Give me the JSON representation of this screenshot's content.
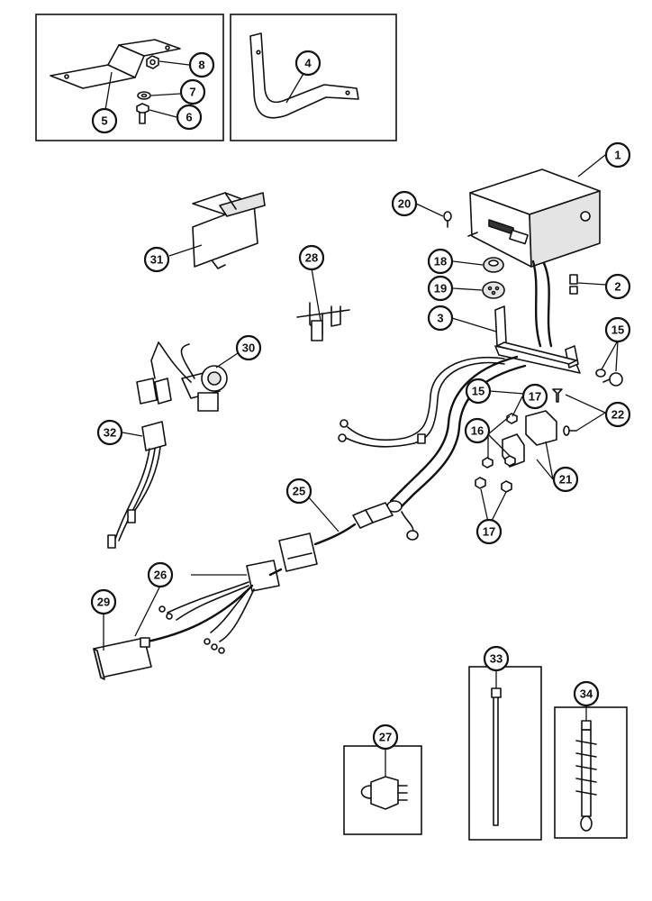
{
  "callouts": [
    {
      "id": "c1",
      "label": "1"
    },
    {
      "id": "c2",
      "label": "2"
    },
    {
      "id": "c3",
      "label": "3"
    },
    {
      "id": "c4",
      "label": "4"
    },
    {
      "id": "c5",
      "label": "5"
    },
    {
      "id": "c6",
      "label": "6"
    },
    {
      "id": "c7",
      "label": "7"
    },
    {
      "id": "c8",
      "label": "8"
    },
    {
      "id": "c15a",
      "label": "15"
    },
    {
      "id": "c15b",
      "label": "15"
    },
    {
      "id": "c16",
      "label": "16"
    },
    {
      "id": "c17a",
      "label": "17"
    },
    {
      "id": "c17b",
      "label": "17"
    },
    {
      "id": "c18",
      "label": "18"
    },
    {
      "id": "c19",
      "label": "19"
    },
    {
      "id": "c20",
      "label": "20"
    },
    {
      "id": "c21",
      "label": "21"
    },
    {
      "id": "c22",
      "label": "22"
    },
    {
      "id": "c25",
      "label": "25"
    },
    {
      "id": "c26",
      "label": "26"
    },
    {
      "id": "c27",
      "label": "27"
    },
    {
      "id": "c28",
      "label": "28"
    },
    {
      "id": "c29",
      "label": "29"
    },
    {
      "id": "c30",
      "label": "30"
    },
    {
      "id": "c31",
      "label": "31"
    },
    {
      "id": "c32",
      "label": "32"
    },
    {
      "id": "c33",
      "label": "33"
    },
    {
      "id": "c34",
      "label": "34"
    }
  ]
}
